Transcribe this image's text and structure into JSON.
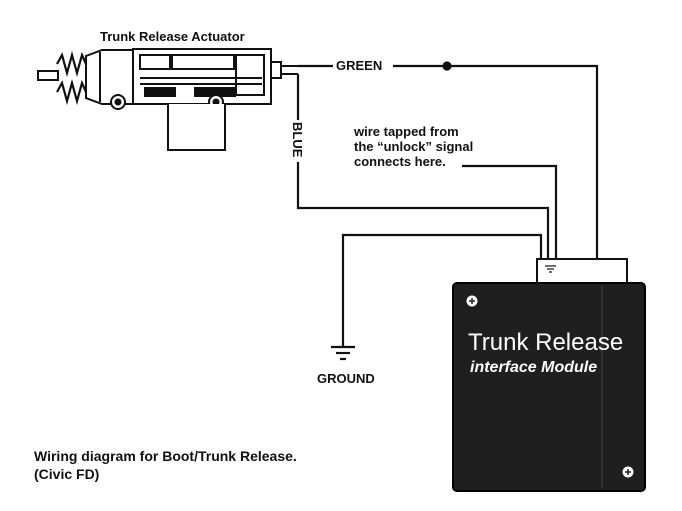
{
  "labels": {
    "actuator": "Trunk Release Actuator",
    "green": "GREEN",
    "blue": "BLUE",
    "note_line1": "wire tapped from",
    "note_line2": "the “unlock” signal",
    "note_line3": "connects here.",
    "ground": "GROUND"
  },
  "module": {
    "title": "Trunk Release",
    "subtitle": "interface Module"
  },
  "caption": {
    "line1": "Wiring diagram for Boot/Trunk Release.",
    "line2": "(Civic FD)"
  },
  "colors": {
    "module_fill": "#1f1f1f",
    "wire": "#111111"
  }
}
